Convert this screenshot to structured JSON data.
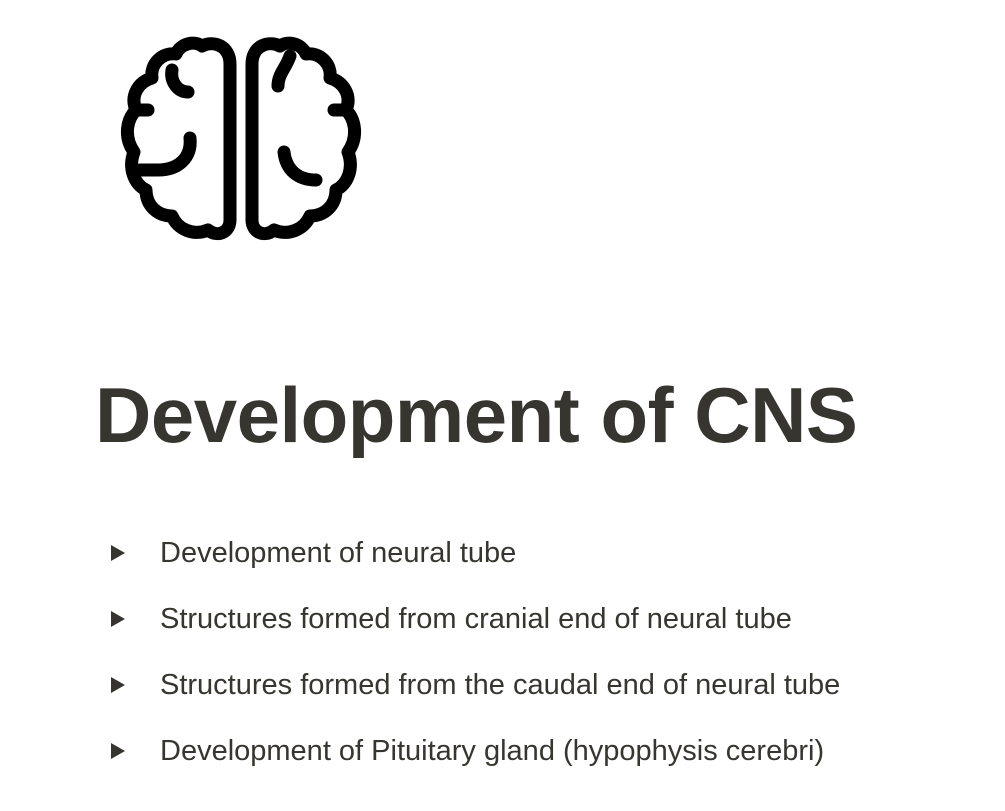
{
  "page": {
    "icon": "brain-icon",
    "title": "Development of CNS",
    "text_color": "#37352f",
    "background": "#ffffff"
  },
  "toggles": [
    {
      "icon": "triangle-right-icon",
      "label": "Development of neural tube"
    },
    {
      "icon": "triangle-right-icon",
      "label": "Structures formed from cranial end of neural tube"
    },
    {
      "icon": "triangle-right-icon",
      "label": "Structures formed from the caudal end of neural tube"
    },
    {
      "icon": "triangle-right-icon",
      "label": "Development of Pituitary gland (hypophysis cerebri)"
    }
  ]
}
